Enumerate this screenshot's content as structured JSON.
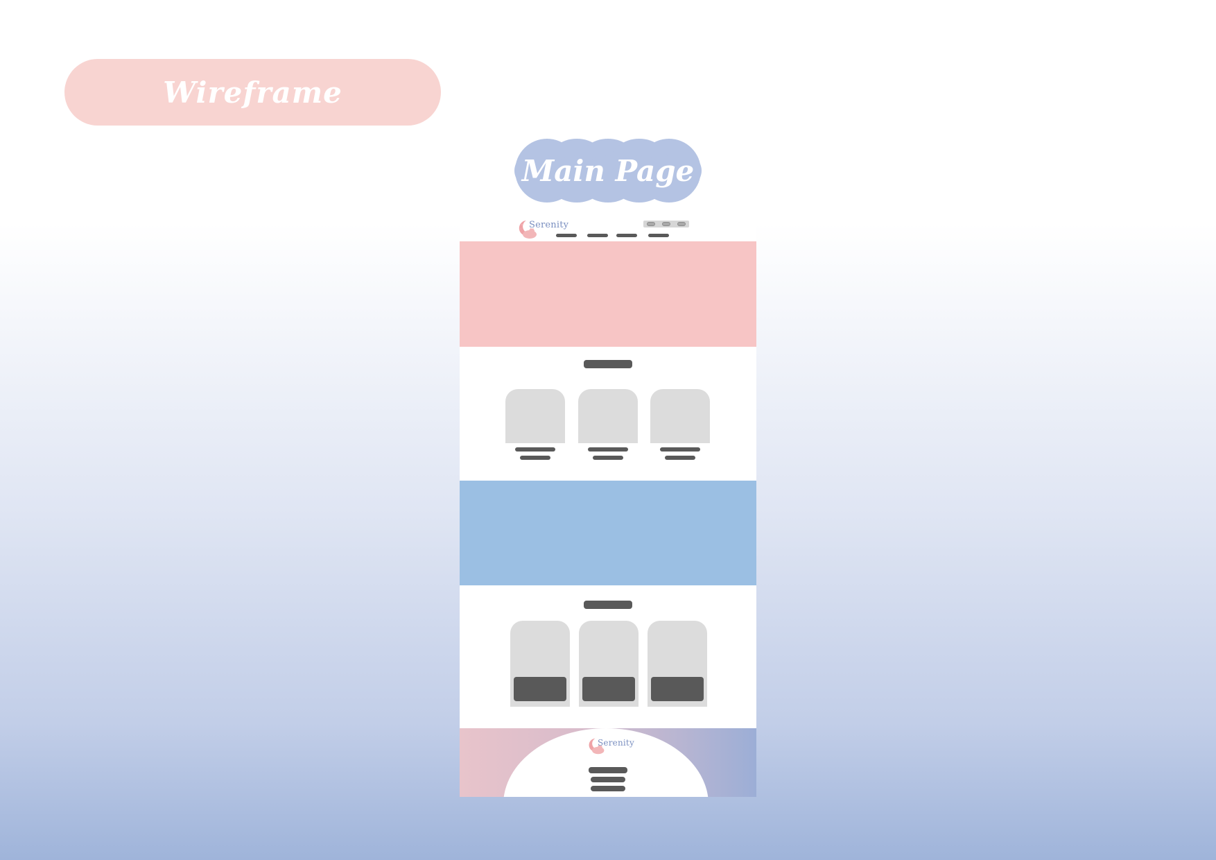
{
  "page": {
    "title": "Wireframe",
    "section_label": "Main Page"
  },
  "colors": {
    "title_pill": "#f8d4d1",
    "cloud": "#b4c3e3",
    "hero_pink": "#f7c5c5",
    "hero_blue": "#9bbfe3",
    "placeholder_bar": "#595959",
    "card": "#dcdcdc"
  },
  "mockup": {
    "header": {
      "logo_text": "Serenity",
      "icons": [
        "toggle-icon",
        "toggle-icon",
        "toggle-icon"
      ],
      "nav_items": [
        "nav-placeholder",
        "nav-placeholder",
        "nav-placeholder",
        "nav-placeholder"
      ]
    },
    "featured_section": {
      "cards": [
        "card-placeholder",
        "card-placeholder",
        "card-placeholder"
      ]
    },
    "product_section": {
      "cards": [
        "card-placeholder",
        "card-placeholder",
        "card-placeholder"
      ]
    },
    "footer": {
      "logo_text": "Serenity"
    }
  }
}
